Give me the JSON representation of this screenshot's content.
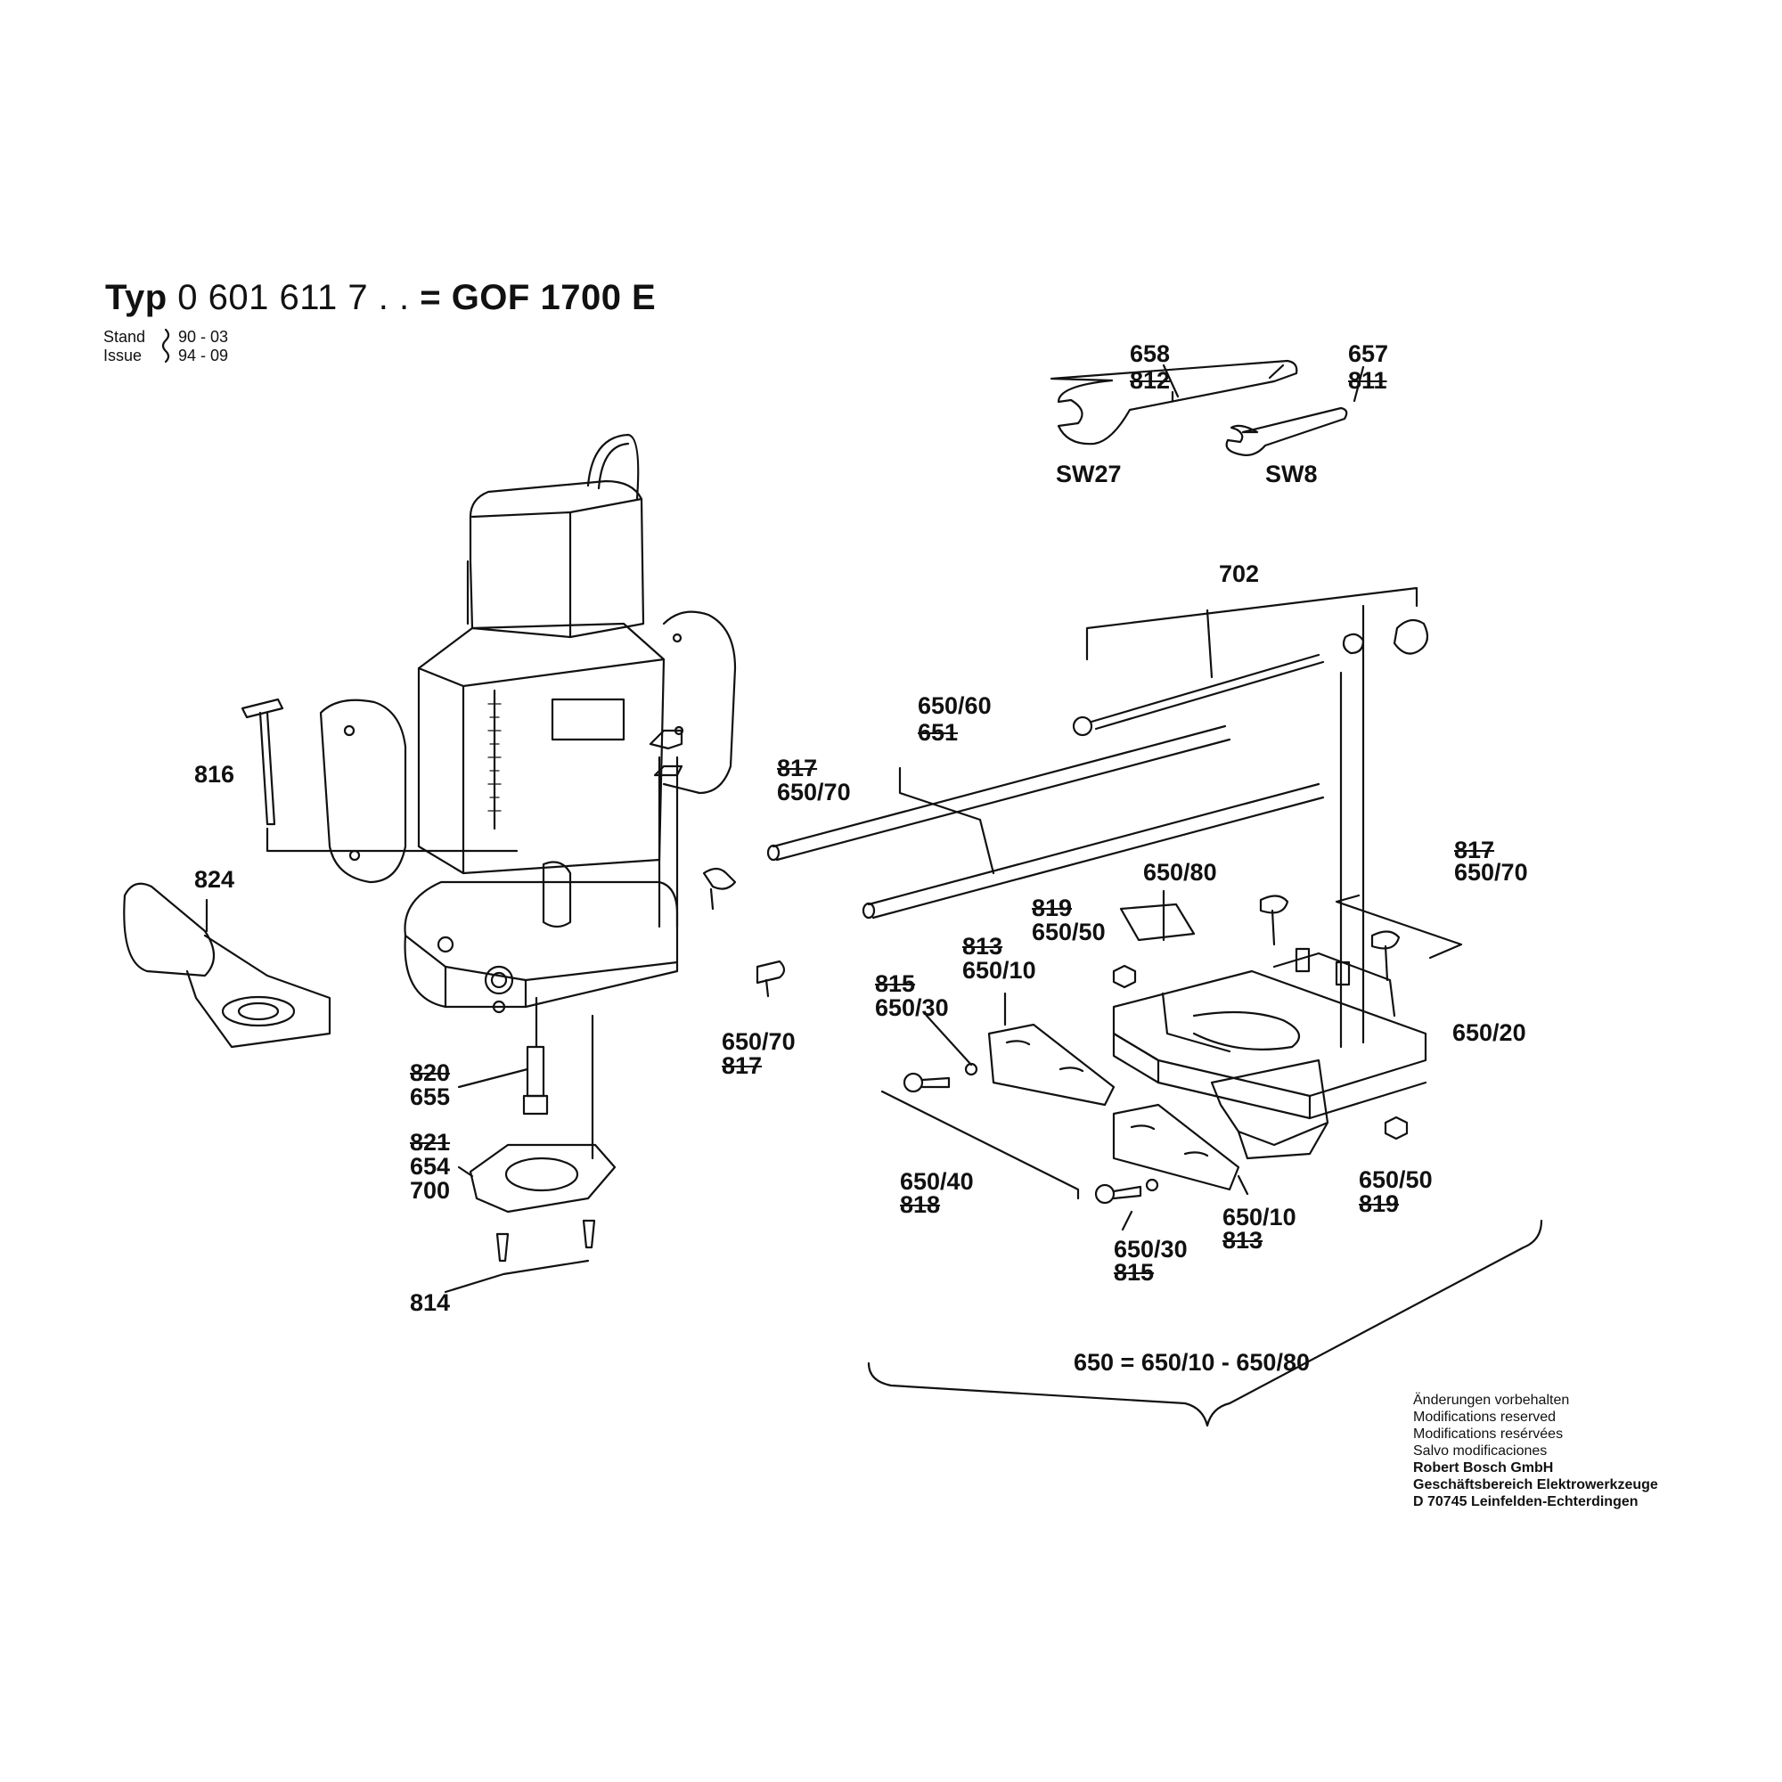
{
  "header": {
    "title_typ": "Typ",
    "title_number": "0 601 611 7 . .",
    "title_eq": "=",
    "title_model": "GOF 1700 E",
    "stand_label": "Stand",
    "stand_value": "90 - 03",
    "issue_label": "Issue",
    "issue_value": "94 - 09"
  },
  "labels": {
    "p658": "658",
    "p812": "812",
    "p657": "657",
    "p811": "811",
    "sw27": "SW27",
    "sw8": "SW8",
    "p702": "702",
    "p650_60": "650/60",
    "p651": "651",
    "p817_a": "817",
    "p650_70_a": "650/70",
    "p816": "816",
    "p824": "824",
    "p817_b": "817",
    "p650_70_b": "650/70",
    "p650_80": "650/80",
    "p819_a": "819",
    "p650_50_a": "650/50",
    "p813_a": "813",
    "p650_10_a": "650/10",
    "p815_a": "815",
    "p650_30_a": "650/30",
    "p650_70_c": "650/70",
    "p817_c": "817",
    "p650_20": "650/20",
    "p820": "820",
    "p655": "655",
    "p821": "821",
    "p654": "654",
    "p700": "700",
    "p814": "814",
    "p650_40": "650/40",
    "p818": "818",
    "p650_50_b": "650/50",
    "p819_b": "819",
    "p650_10_b": "650/10",
    "p813_b": "813",
    "p650_30_b": "650/30",
    "p815_b": "815",
    "set_formula": "650 = 650/10 - 650/80"
  },
  "notice": {
    "line1": "Änderungen vorbehalten",
    "line2": "Modifications reserved",
    "line3": "Modifications resérvées",
    "line4": "Salvo modificaciones",
    "company": "Robert Bosch GmbH",
    "division": "Geschäftsbereich Elektrowerkzeuge",
    "address": "D 70745 Leinfelden-Echterdingen"
  }
}
